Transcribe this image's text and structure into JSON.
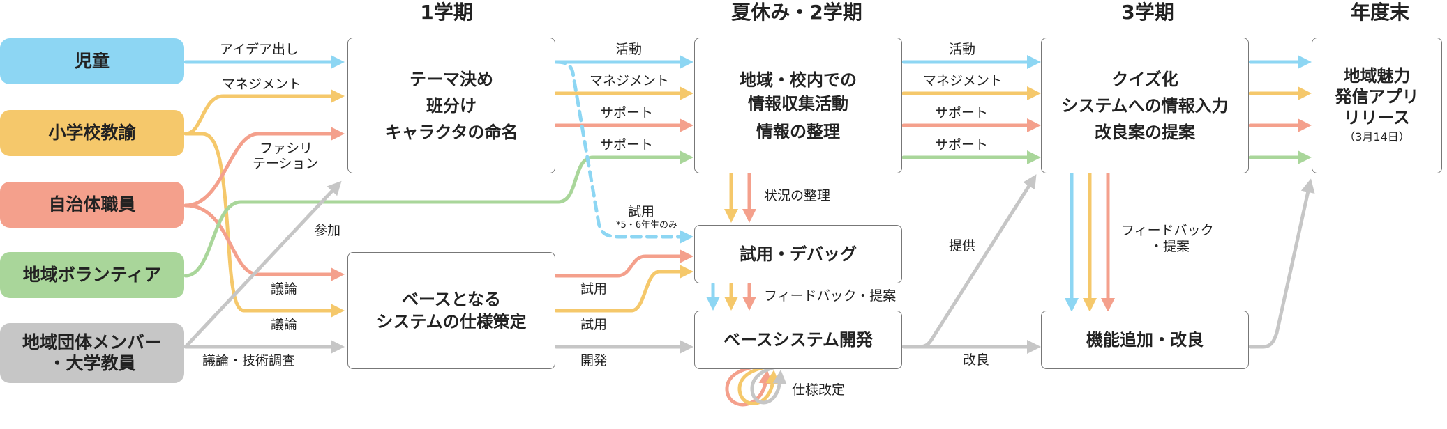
{
  "headers": {
    "term1": "1学期",
    "summer_term2": "夏休み・2学期",
    "term3": "3学期",
    "year_end": "年度末"
  },
  "actors": {
    "children": "児童",
    "teachers": "小学校教諭",
    "municipal": "自治体職員",
    "volunteers": "地域ボランティア",
    "groups_line1": "地域団体メンバー",
    "groups_line2": "・大学教員"
  },
  "boxes": {
    "theme": [
      "テーマ決め",
      "班分け",
      "キャラクタの命名"
    ],
    "base_spec": [
      "ベースとなる",
      "システムの仕様策定"
    ],
    "collect": [
      "地域・校内での",
      "情報収集活動",
      "情報の整理"
    ],
    "trial": "試用・デバッグ",
    "base_dev": "ベースシステム開発",
    "quiz": [
      "クイズ化",
      "システムへの情報入力",
      "改良案の提案"
    ],
    "improve": "機能追加・改良",
    "release": [
      "地域魅力",
      "発信アプリ",
      "リリース",
      "（3月14日）"
    ]
  },
  "labels": {
    "idea": "アイデア出し",
    "management": "マネジメント",
    "facilitation_1": "ファシリ",
    "facilitation_2": "テーション",
    "participation": "参加",
    "discussion": "議論",
    "discussion_tech": "議論・技術調査",
    "activity": "活動",
    "support": "サポート",
    "trial": "試用",
    "trial_note": "*5・6年生のみ",
    "development": "開発",
    "status": "状況の整理",
    "feedback": "フィードバック・提案",
    "spec_revision": "仕様改定",
    "provide": "提供",
    "improvement": "改良",
    "feedback_1": "フィードバック",
    "feedback_2": "・提案"
  },
  "colors": {
    "children": "#8dd6f3",
    "teachers": "#f5c86b",
    "municipal": "#f4a08c",
    "volunteers": "#a9d69a",
    "groups": "#c6c6c6",
    "border": "#777777"
  }
}
